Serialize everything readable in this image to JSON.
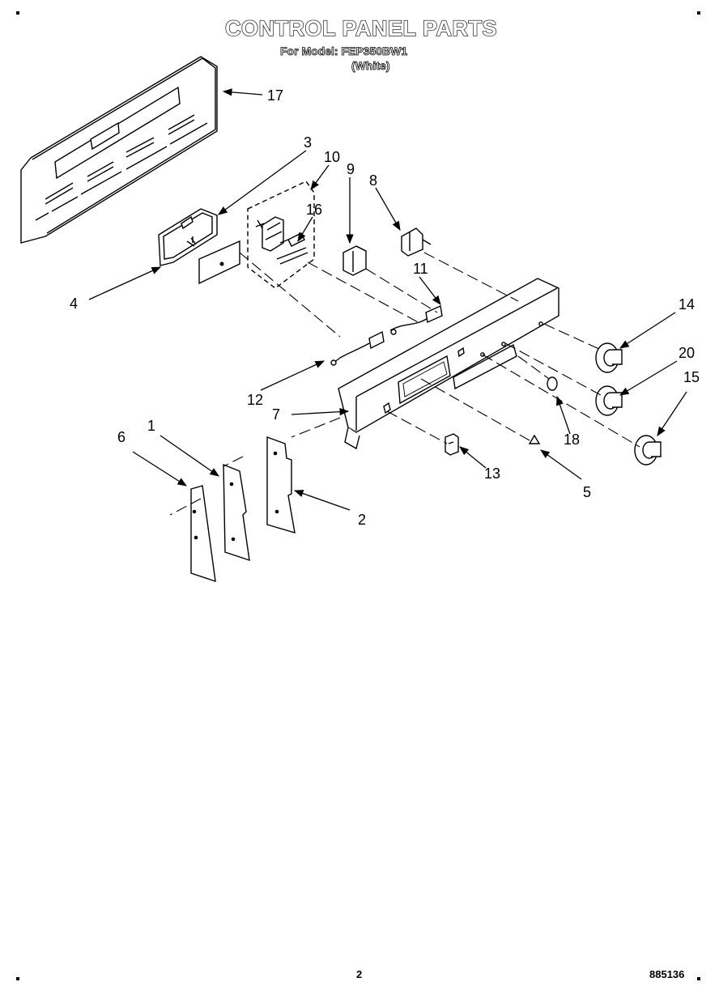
{
  "header": {
    "title": "CONTROL PANEL PARTS",
    "model_line": "For Model: FEP350BW1",
    "color_line": "(White)"
  },
  "footer": {
    "page_number": "2",
    "doc_number": "885136"
  },
  "callouts": {
    "c1": "1",
    "c2": "2",
    "c3": "3",
    "c4": "4",
    "c5": "5",
    "c6": "6",
    "c7": "7",
    "c8": "8",
    "c9": "9",
    "c10": "10",
    "c11": "11",
    "c12": "12",
    "c13": "13",
    "c14": "14",
    "c15": "15",
    "c16": "16",
    "c17": "17",
    "c18": "18",
    "c20": "20"
  }
}
